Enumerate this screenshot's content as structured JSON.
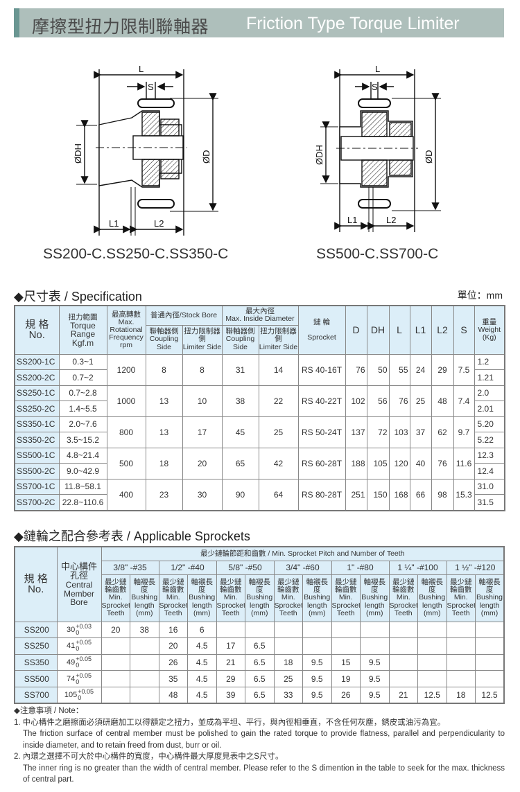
{
  "header": {
    "title_zh": "摩擦型扭力限制聯軸器",
    "title_en": "Friction Type Torque Limiter"
  },
  "drawings": [
    {
      "caption": "SS200-C.SS250-C.SS350-C",
      "labels": {
        "L": "L",
        "S": "S",
        "DH": "ØDH",
        "D": "ØD",
        "L1": "L1",
        "L2": "L2"
      }
    },
    {
      "caption": "SS500-C.SS700-C",
      "labels": {
        "L": "L",
        "S": "S",
        "DH": "ØDH",
        "D": "ØD",
        "L1": "L1",
        "L2": "L2"
      }
    }
  ],
  "spec": {
    "title": "◆尺寸表 / Specification",
    "unit": "單位：mm",
    "headers": {
      "no_zh": "規 格",
      "no_en": "No.",
      "torque_zh": "扭力範圍",
      "torque_en": "Torque Range",
      "torque_unit": "Kgf.m",
      "rpm_zh": "最高轉數",
      "rpm_en": "Max. Rotational Frequency",
      "rpm_unit": "rpm",
      "stock": "普通內徑/Stock Bore",
      "max_zh": "最大內徑",
      "max_en": "Max. Inside Diameter",
      "coupling_zh": "聯軸器側",
      "coupling_en": "Coupling Side",
      "limiter_zh": "扭力限制器側",
      "limiter_en": "Limiter Side",
      "sprocket_zh": "鏈 輪",
      "sprocket_en": "Sprocket",
      "D": "D",
      "DH": "DH",
      "L": "L",
      "L1": "L1",
      "L2": "L2",
      "S": "S",
      "weight_zh": "重量",
      "weight_en": "Weight",
      "weight_unit": "(Kg)"
    },
    "groups": [
      {
        "rpm": "1200",
        "stock_c": "8",
        "stock_l": "8",
        "max_c": "31",
        "max_l": "14",
        "sprocket": "RS 40-16T",
        "D": "76",
        "DH": "50",
        "L": "55",
        "L1": "24",
        "L2": "29",
        "S": "7.5",
        "rows": [
          {
            "no": "SS200-1C",
            "torque": "0.3~1",
            "weight": "1.2"
          },
          {
            "no": "SS200-2C",
            "torque": "0.7~2",
            "weight": "1.21"
          }
        ]
      },
      {
        "rpm": "1000",
        "stock_c": "13",
        "stock_l": "10",
        "max_c": "38",
        "max_l": "22",
        "sprocket": "RS 40-22T",
        "D": "102",
        "DH": "56",
        "L": "76",
        "L1": "25",
        "L2": "48",
        "S": "7.4",
        "rows": [
          {
            "no": "SS250-1C",
            "torque": "0.7~2.8",
            "weight": "2.0"
          },
          {
            "no": "SS250-2C",
            "torque": "1.4~5.5",
            "weight": "2.01"
          }
        ]
      },
      {
        "rpm": "800",
        "stock_c": "13",
        "stock_l": "17",
        "max_c": "45",
        "max_l": "25",
        "sprocket": "RS 50-24T",
        "D": "137",
        "DH": "72",
        "L": "103",
        "L1": "37",
        "L2": "62",
        "S": "9.7",
        "rows": [
          {
            "no": "SS350-1C",
            "torque": "2.0~7.6",
            "weight": "5.20"
          },
          {
            "no": "SS350-2C",
            "torque": "3.5~15.2",
            "weight": "5.22"
          }
        ]
      },
      {
        "rpm": "500",
        "stock_c": "18",
        "stock_l": "20",
        "max_c": "65",
        "max_l": "42",
        "sprocket": "RS 60-28T",
        "D": "188",
        "DH": "105",
        "L": "120",
        "L1": "40",
        "L2": "76",
        "S": "11.6",
        "rows": [
          {
            "no": "SS500-1C",
            "torque": "4.8~21.4",
            "weight": "12.3"
          },
          {
            "no": "SS500-2C",
            "torque": "9.0~42.9",
            "weight": "12.4"
          }
        ]
      },
      {
        "rpm": "400",
        "stock_c": "23",
        "stock_l": "30",
        "max_c": "90",
        "max_l": "64",
        "sprocket": "RS 80-28T",
        "D": "251",
        "DH": "150",
        "L": "168",
        "L1": "66",
        "L2": "98",
        "S": "15.3",
        "rows": [
          {
            "no": "SS700-1C",
            "torque": "11.8~58.1",
            "weight": "31.0"
          },
          {
            "no": "SS700-2C",
            "torque": "22.8~110.6",
            "weight": "31.5"
          }
        ]
      }
    ]
  },
  "sprockets": {
    "title": "◆鏈輪之配合參考表 / Applicable Sprockets",
    "headers": {
      "no_zh": "規 格",
      "no_en": "No.",
      "bore_zh": "中心構件孔徑",
      "bore_en": "Central Member Bore",
      "pitch_title": "最少鏈輪節距和齒數 / Min. Sprocket Pitch and Number of Teeth",
      "teeth_zh": "最少鏈輪齒數",
      "teeth_en": "Min. Sprocket Teeth",
      "bushing_zh": "軸襯長度",
      "bushing_en": "Bushing length (mm)"
    },
    "pitches": [
      "3/8\" -#35",
      "1/2\" -#40",
      "5/8\" -#50",
      "3/4\" -#60",
      "1\" -#80",
      "1 ¼\" -#100",
      "1 ½\" -#120"
    ],
    "rows": [
      {
        "no": "SS200",
        "bore": "30",
        "tol_up": "+0.03",
        "tol_low": "0",
        "values": [
          "20",
          "38",
          "16",
          "6",
          "",
          "",
          "",
          "",
          "",
          "",
          "",
          "",
          "",
          ""
        ]
      },
      {
        "no": "SS250",
        "bore": "41",
        "tol_up": "+0.05",
        "tol_low": "0",
        "values": [
          "",
          "",
          "20",
          "4.5",
          "17",
          "6.5",
          "",
          "",
          "",
          "",
          "",
          "",
          "",
          ""
        ]
      },
      {
        "no": "SS350",
        "bore": "49",
        "tol_up": "+0.05",
        "tol_low": "0",
        "values": [
          "",
          "",
          "26",
          "4.5",
          "21",
          "6.5",
          "18",
          "9.5",
          "15",
          "9.5",
          "",
          "",
          "",
          ""
        ]
      },
      {
        "no": "SS500",
        "bore": "74",
        "tol_up": "+0.05",
        "tol_low": "0",
        "values": [
          "",
          "",
          "35",
          "4.5",
          "29",
          "6.5",
          "25",
          "9.5",
          "19",
          "9.5",
          "",
          "",
          "",
          ""
        ]
      },
      {
        "no": "SS700",
        "bore": "105",
        "tol_up": "+0.05",
        "tol_low": "0",
        "values": [
          "",
          "",
          "48",
          "4.5",
          "39",
          "6.5",
          "33",
          "9.5",
          "26",
          "9.5",
          "21",
          "12.5",
          "18",
          "12.5"
        ]
      }
    ]
  },
  "notes": {
    "title": "◆注意事項 / Note：",
    "items": [
      {
        "zh": "1. 中心構件之磨擦面必須研磨加工以得額定之扭力，並成為平坦、平行，與內徑相垂直，不含任何灰塵，銹皮或油污為宜。",
        "en": "The friction surface of central member must be polished to gain the rated torque to provide flatness, parallel and perpendicularity to inside diameter, and to retain freed from dust, burr or oil."
      },
      {
        "zh": "2. 內環之選擇不可大於中心構件的寬度，中心構件最大厚度見表中之S尺寸。",
        "en": "The inner ring is no greater than the width of central member. Please refer to the S dimention in the table to seek for the max. thickness of central part."
      }
    ]
  }
}
